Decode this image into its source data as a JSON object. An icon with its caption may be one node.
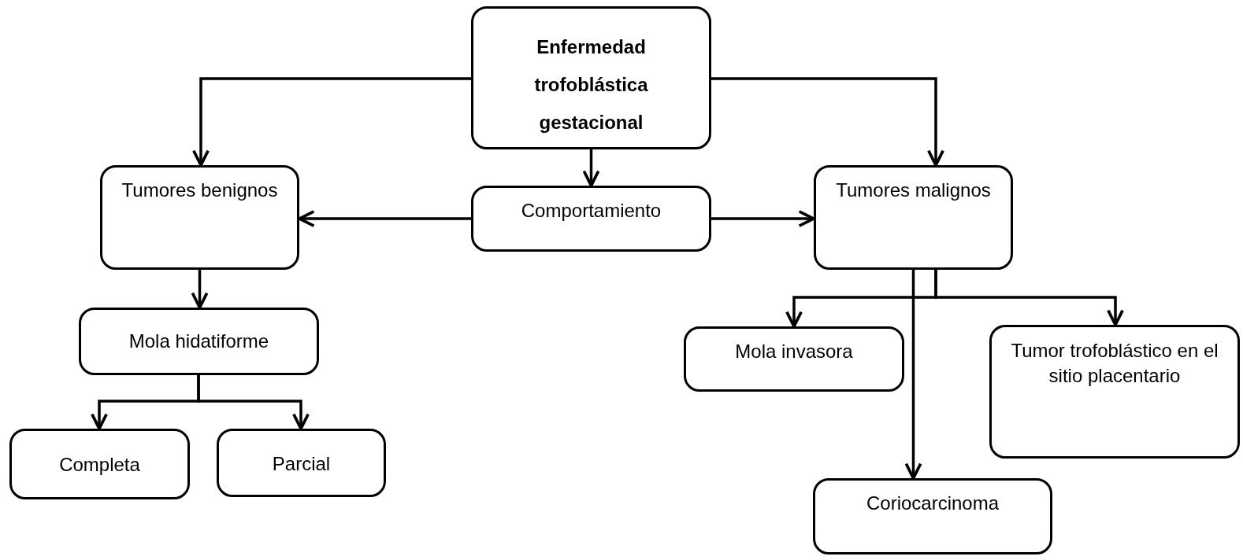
{
  "diagram": {
    "nodes": [
      {
        "text": [
          "Enfermedad trofoblástica gestacional"
        ]
      },
      {
        "text": [
          "Tumores benignos"
        ]
      },
      {
        "text": [
          "Comportamiento"
        ]
      },
      {
        "text": [
          "Tumores malignos"
        ]
      },
      {
        "text": [
          "Mola hidatiforme"
        ]
      },
      {
        "text": [
          "Completa"
        ]
      },
      {
        "text": [
          "Parcial"
        ]
      },
      {
        "text": [
          "Mola invasora"
        ]
      },
      {
        "text": [
          "Tumor trofoblástico en el sitio placentario"
        ]
      },
      {
        "text": [
          "Coriocarcinoma"
        ]
      }
    ],
    "edges": [
      {
        "from": 0,
        "to": 1,
        "arrow": "to"
      },
      {
        "from": 0,
        "to": 2,
        "arrow": "to"
      },
      {
        "from": 0,
        "to": 3,
        "arrow": "to"
      },
      {
        "from": 2,
        "to": 1,
        "arrow": "to"
      },
      {
        "from": 2,
        "to": 3,
        "arrow": "to"
      },
      {
        "from": 1,
        "to": 4,
        "arrow": "to"
      },
      {
        "from": 4,
        "to": 5,
        "arrow": "to"
      },
      {
        "from": 4,
        "to": 6,
        "arrow": "to"
      },
      {
        "from": 3,
        "to": 7,
        "arrow": "to"
      },
      {
        "from": 3,
        "to": 8,
        "arrow": "to"
      },
      {
        "from": 3,
        "to": 9,
        "arrow": "to"
      }
    ]
  }
}
